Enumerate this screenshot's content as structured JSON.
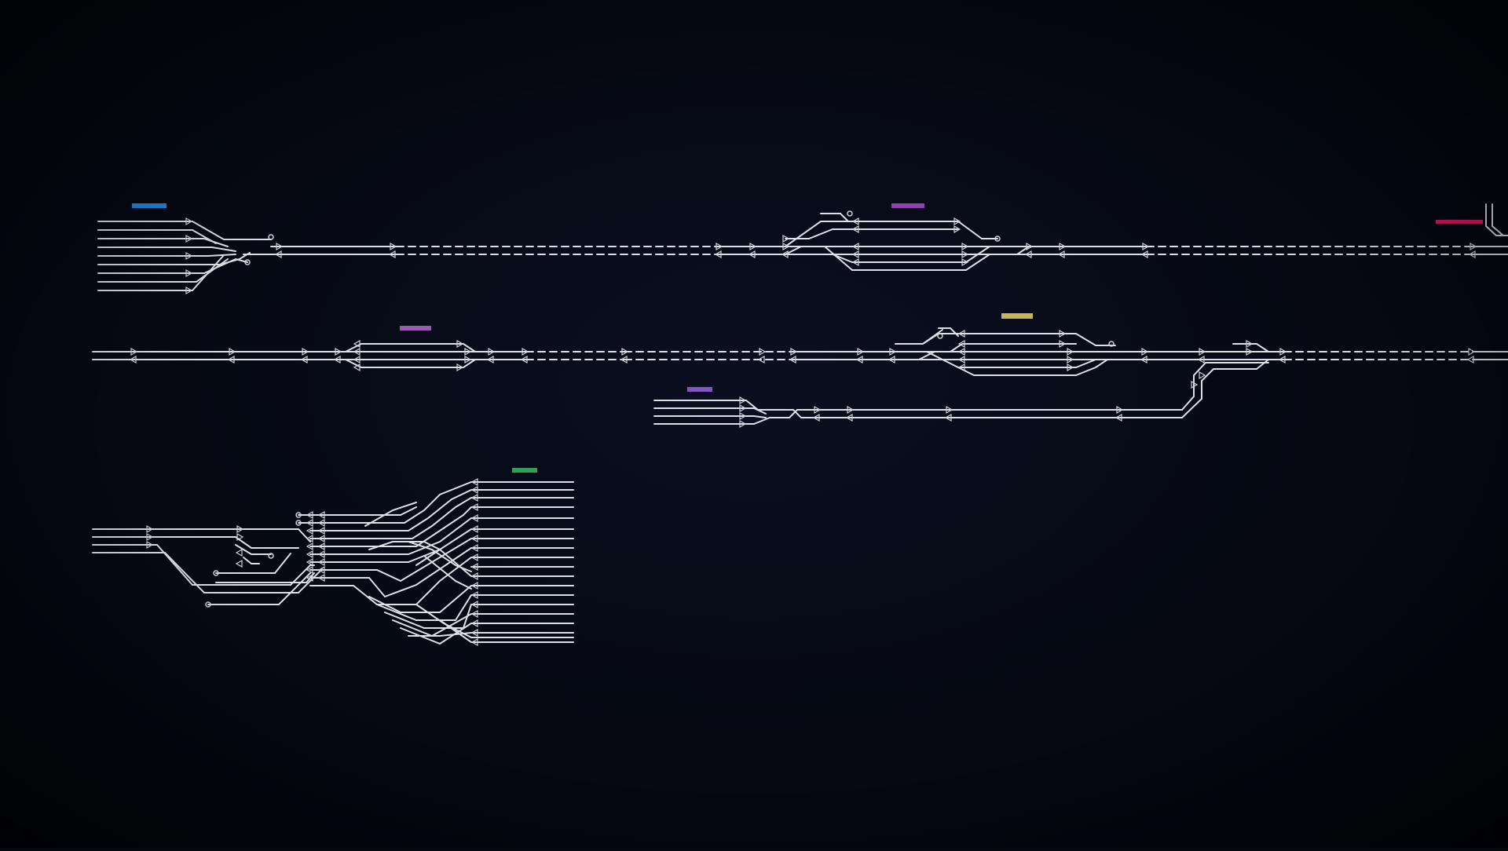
{
  "colors": {
    "background": "#05070f",
    "track": "#dcdfe6",
    "track_dim": "#9aa0ab",
    "signal": "#cfd3da"
  },
  "stations": [
    {
      "id": "st-1",
      "label": "",
      "color": "#1e88e5"
    },
    {
      "id": "st-2",
      "label": "",
      "color": "#8e44ad"
    },
    {
      "id": "st-3",
      "label": "",
      "color": "#d81b60"
    },
    {
      "id": "st-4",
      "label": "",
      "color": "#9b59b6"
    },
    {
      "id": "st-5",
      "label": "",
      "color": "#c9b458"
    },
    {
      "id": "st-6",
      "label": "",
      "color": "#7e57c2"
    },
    {
      "id": "st-7",
      "label": "",
      "color": "#2e9e5b"
    }
  ],
  "icons": {
    "signal": "signal-triangle-icon",
    "buffer_stop": "buffer-stop-icon"
  }
}
